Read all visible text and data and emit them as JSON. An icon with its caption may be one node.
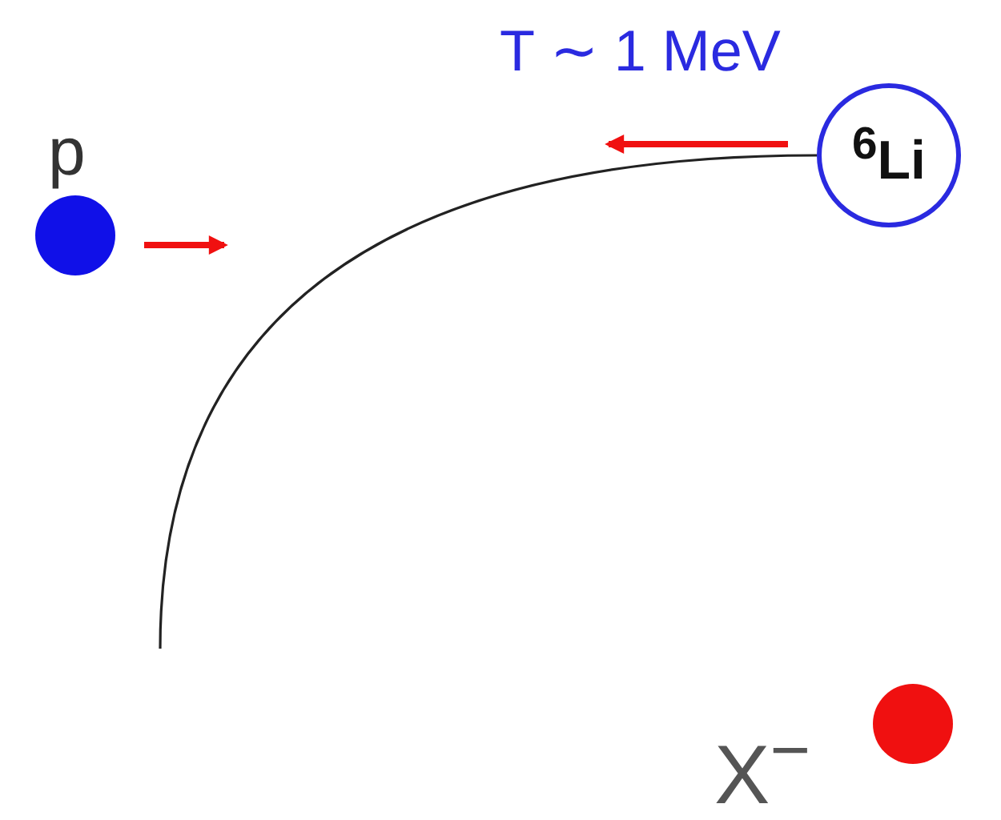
{
  "diagram": {
    "nodes": [
      {
        "text": [],
        "shape": "circle",
        "beside": [
          "p"
        ]
      },
      {
        "text": [
          "$^{6}$Li"
        ]
      },
      {
        "text": [],
        "shape": "circle",
        "beside": [
          "X$^{−}$"
        ]
      }
    ],
    "edges": [
      {
        "from": null,
        "to": 1,
        "arrow": "none"
      }
    ],
    "labels": [
      "T ∼ 1 MeV"
    ]
  }
}
